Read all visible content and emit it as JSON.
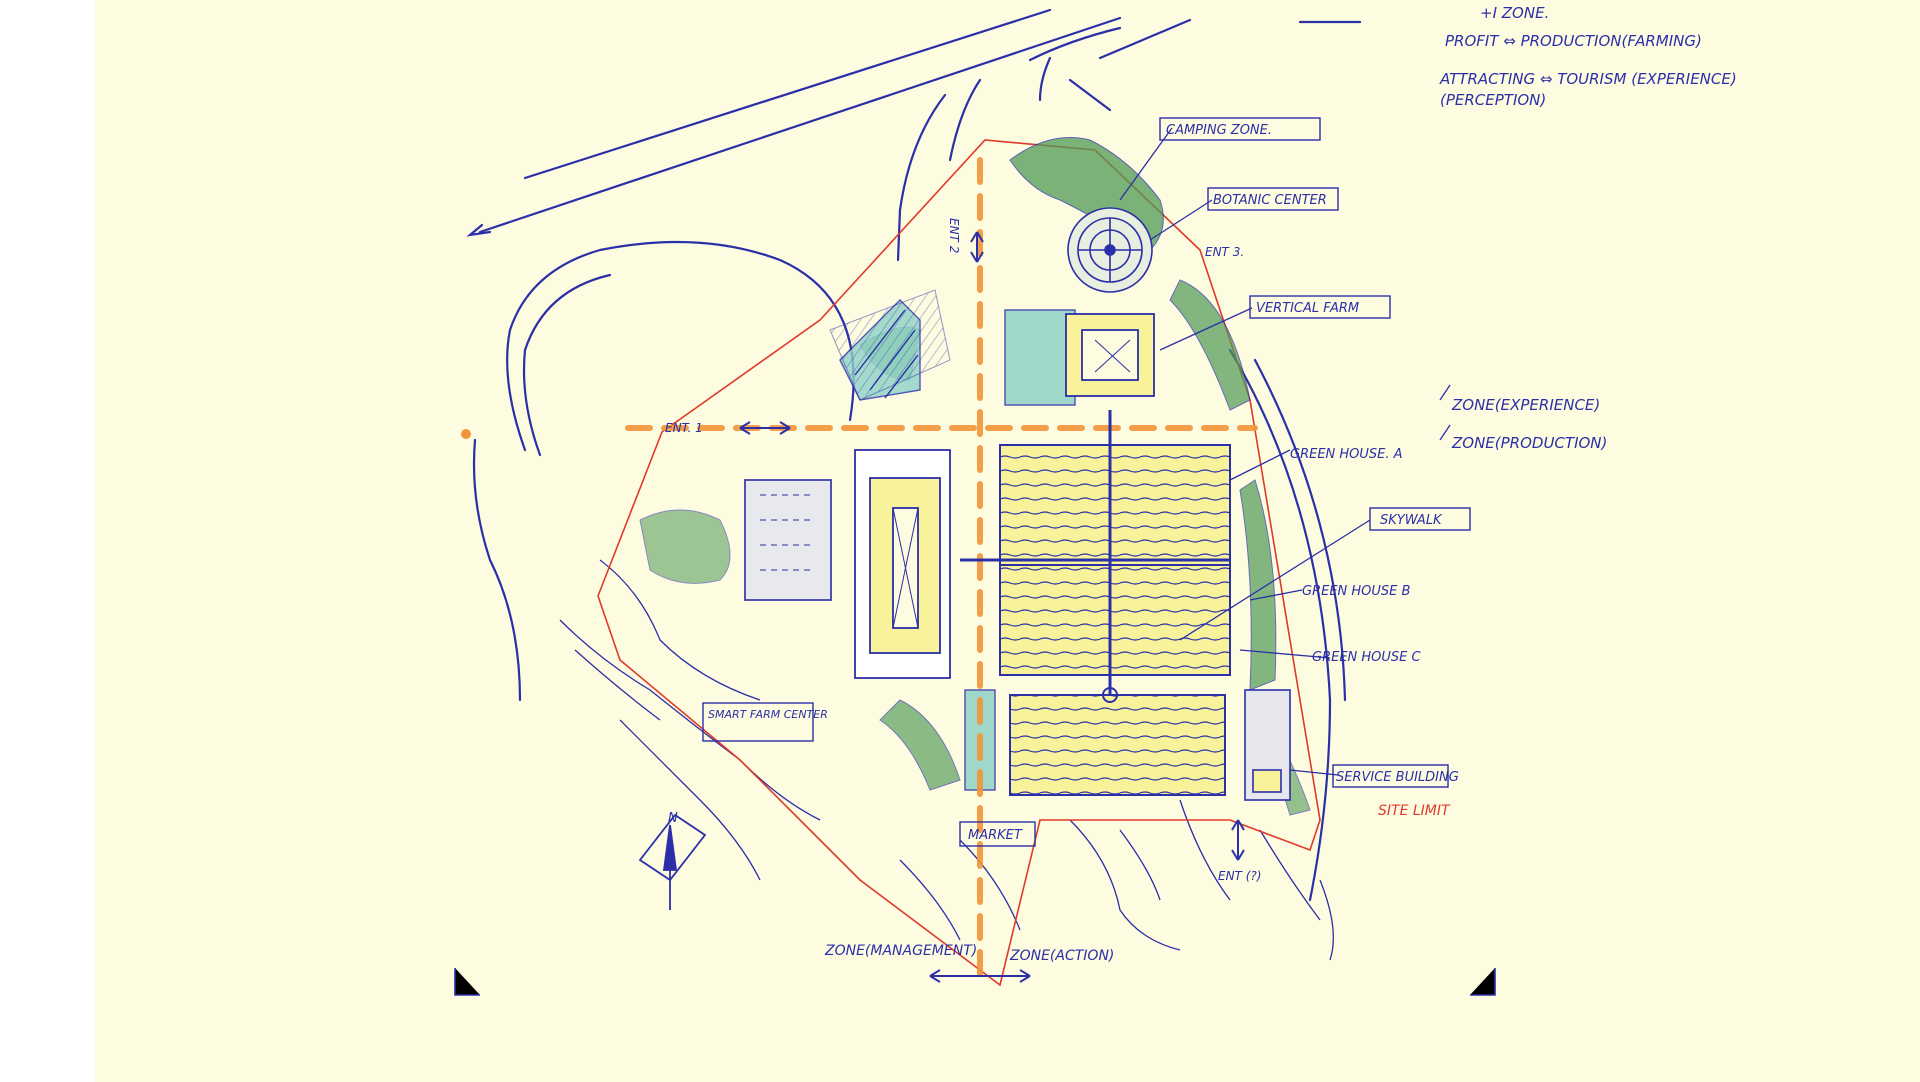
{
  "notes": {
    "zone_title": "+I ZONE.",
    "profit_line": "PROFIT ⇔ PRODUCTION(FARMING)",
    "attracting_line": "ATTRACTING ⇔ TOURISM (EXPERIENCE)",
    "perception_line": "(PERCEPTION)"
  },
  "zones": {
    "experience": "ZONE(EXPERIENCE)",
    "production": "ZONE(PRODUCTION)",
    "management": "ZONE(MANAGEMENT)",
    "action": "ZONE(ACTION)"
  },
  "labels": {
    "camping_zone": "CAMPING ZONE.",
    "botanic_center": "BOTANIC CENTER",
    "vertical_farm": "VERTICAL FARM",
    "green_house_a": "GREEN HOUSE. A",
    "skywalk": "SKYWALK",
    "green_house_b": "GREEN HOUSE B",
    "green_house_c": "GREEN HOUSE C",
    "service_building": "SERVICE BUILDING",
    "site_limit": "SITE LIMIT",
    "smart_farm_center": "SMART FARM CENTER",
    "market": "MARKET",
    "north": "N"
  },
  "entrances": {
    "ent1": "ENT. 1",
    "ent2": "ENT 2",
    "ent3": "ENT 3.",
    "ent4": "ENT (?)"
  },
  "colors": {
    "paper": "#fdfbe0",
    "ink": "#2b2fa8",
    "axis_orange": "#f2963a",
    "landscape_green": "#4f9a55",
    "water_teal": "#8fd3c8",
    "building_yellow": "#f8f39a",
    "site_limit_red": "#e03a2a"
  }
}
